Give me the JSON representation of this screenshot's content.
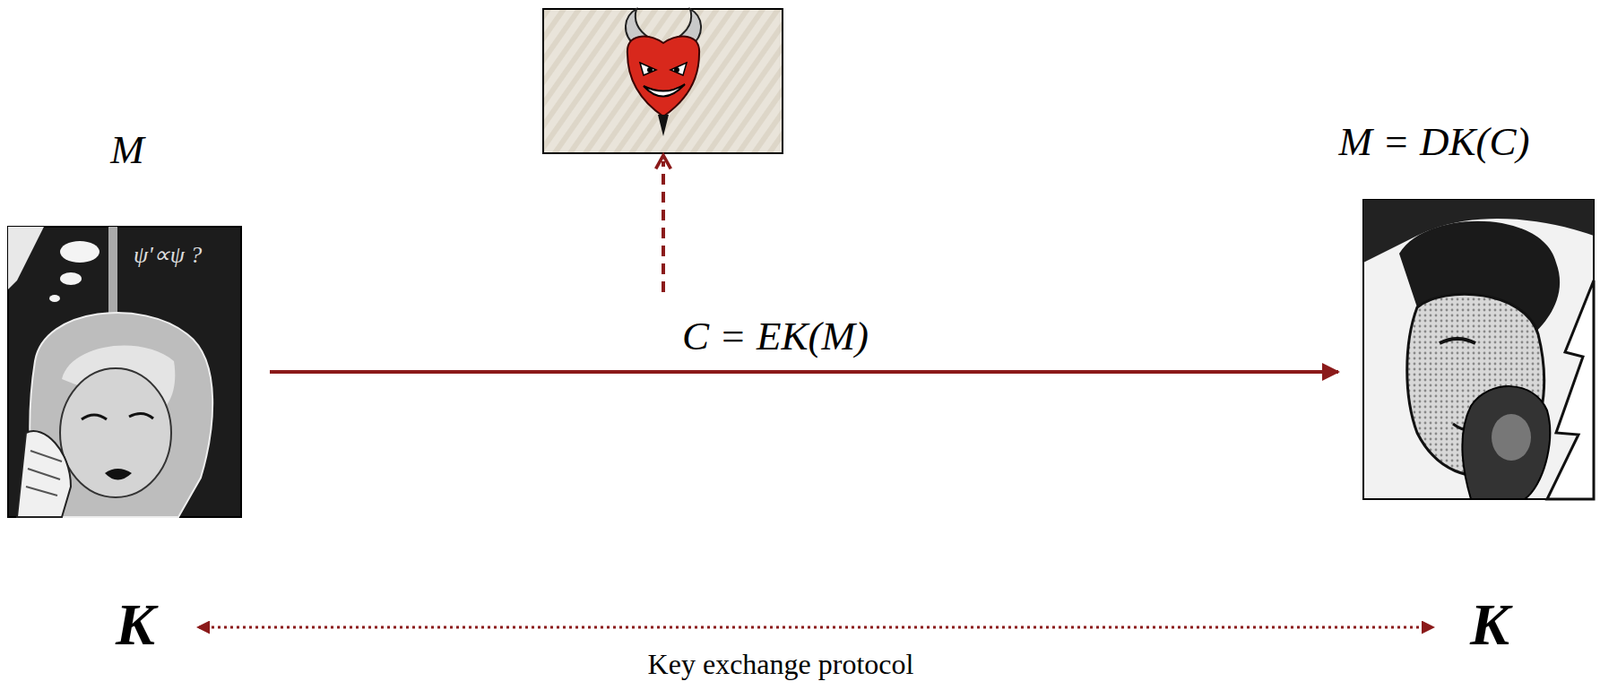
{
  "diagram": {
    "nodes": [
      {
        "text": [
          "M"
        ]
      },
      {
        "text": [
          "M = DK(C)"
        ]
      }
    ],
    "edges": [
      {
        "from": 0,
        "to": 1,
        "arrow": "to",
        "label": "C = EK(M)"
      }
    ],
    "labels": [
      "K",
      "K",
      "Key exchange protocol"
    ]
  }
}
